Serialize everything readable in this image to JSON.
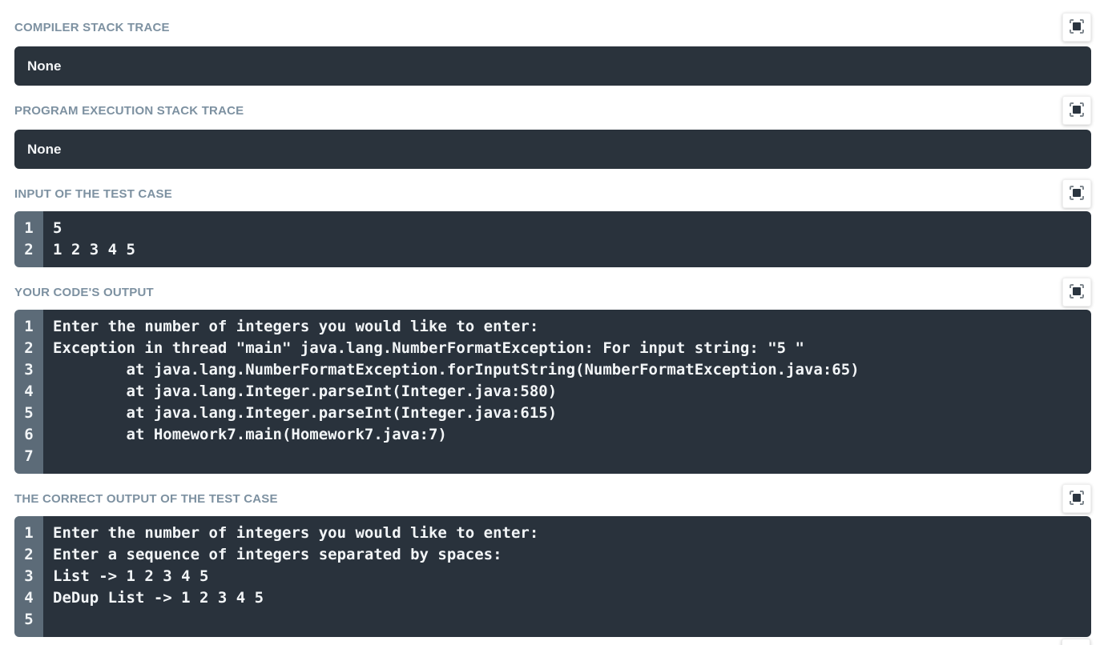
{
  "colors": {
    "heading": "#7d91a1",
    "panel_bg": "#2a333c",
    "gutter_bg": "#5c6b78",
    "code_text": "#f2f5f7"
  },
  "icons": {
    "fullscreen": "fullscreen-icon"
  },
  "sections": [
    {
      "title": "COMPILER STACK TRACE",
      "type": "plain",
      "content": "None"
    },
    {
      "title": "PROGRAM EXECUTION STACK TRACE",
      "type": "plain",
      "content": "None"
    },
    {
      "title": "INPUT OF THE TEST CASE",
      "type": "code",
      "lines": [
        {
          "no": "1",
          "text": "5"
        },
        {
          "no": "2",
          "text": "1 2 3 4 5"
        }
      ]
    },
    {
      "title": "YOUR CODE'S OUTPUT",
      "type": "code",
      "lines": [
        {
          "no": "1",
          "text": "Enter the number of integers you would like to enter:"
        },
        {
          "no": "2",
          "text": "Exception in thread \"main\" java.lang.NumberFormatException: For input string: \"5 \""
        },
        {
          "no": "3",
          "text": "        at java.lang.NumberFormatException.forInputString(NumberFormatException.java:65)"
        },
        {
          "no": "4",
          "text": "        at java.lang.Integer.parseInt(Integer.java:580)"
        },
        {
          "no": "5",
          "text": "        at java.lang.Integer.parseInt(Integer.java:615)"
        },
        {
          "no": "6",
          "text": "        at Homework7.main(Homework7.java:7)"
        },
        {
          "no": "7",
          "text": ""
        }
      ]
    },
    {
      "title": "THE CORRECT OUTPUT OF THE TEST CASE",
      "type": "code",
      "lines": [
        {
          "no": "1",
          "text": "Enter the number of integers you would like to enter:"
        },
        {
          "no": "2",
          "text": "Enter a sequence of integers separated by spaces:"
        },
        {
          "no": "3",
          "text": "List -> 1 2 3 4 5"
        },
        {
          "no": "4",
          "text": "DeDup List -> 1 2 3 4 5"
        },
        {
          "no": "5",
          "text": ""
        }
      ]
    }
  ]
}
